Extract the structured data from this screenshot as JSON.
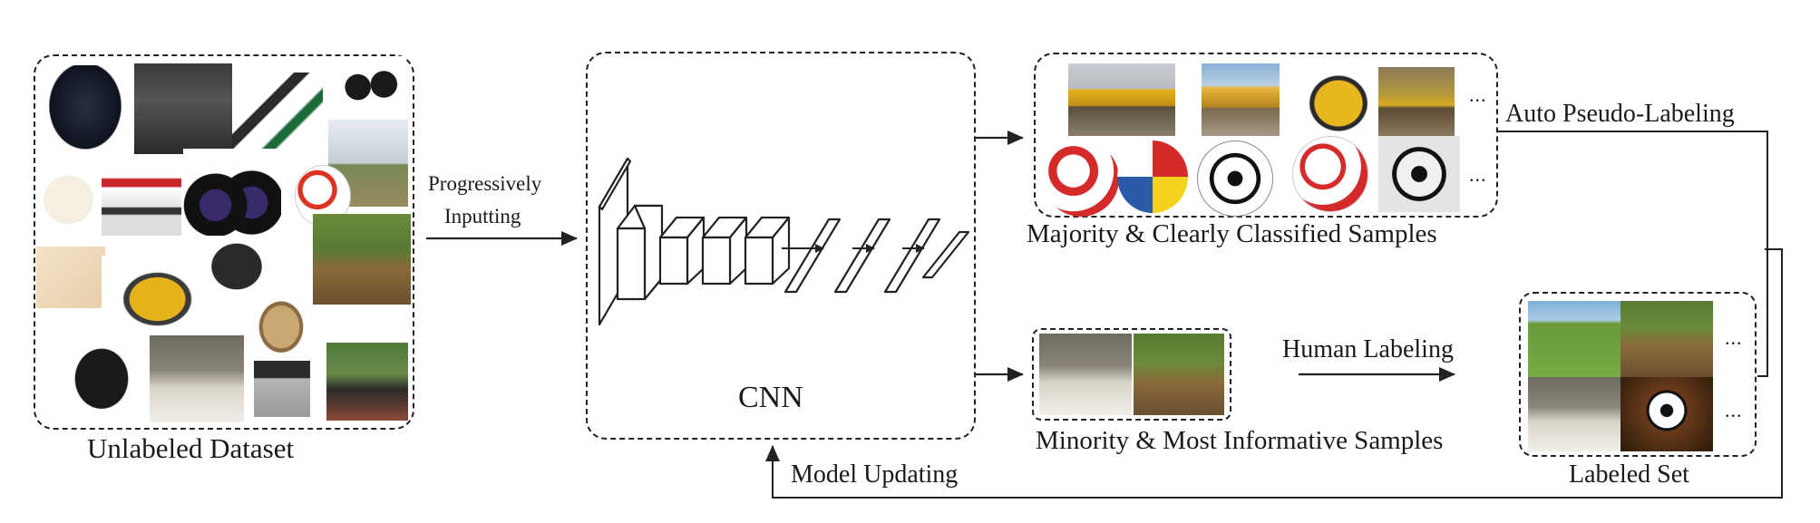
{
  "labels": {
    "unlabeled_dataset": "Unlabeled Dataset",
    "progressively": "Progressively",
    "inputting": "Inputting",
    "cnn": "CNN",
    "majority": "Majority & Clearly Classified Samples",
    "minority": "Minority & Most Informative Samples",
    "auto_pseudo": "Auto Pseudo-Labeling",
    "human_labeling": "Human Labeling",
    "labeled_set": "Labeled Set",
    "model_updating": "Model Updating",
    "ellipsis": "..."
  },
  "thumbnails": {
    "unlabeled": [
      "backpack",
      "badminton-rackets",
      "tennis-racket",
      "binoculars",
      "mug",
      "simmons-sign",
      "binoculars-large",
      "soccer-ball",
      "hiker",
      "bulldozer",
      "camera-bag",
      "excavator-field",
      "tennis-racket-ball",
      "bulldozer-yellow",
      "tape-measure",
      "backpack-small",
      "dog-ball",
      "calculator",
      "girl-backpack"
    ],
    "majority_row1": [
      "bulldozer",
      "bulldozer",
      "bulldozer",
      "bulldozer"
    ],
    "majority_row2": [
      "soccer-ball-red",
      "soccer-ball-flags",
      "soccer-ball-black",
      "soccer-ball-red",
      "soccer-ball-black"
    ],
    "minority": [
      "dog-ball",
      "child-excavator"
    ],
    "labeled": [
      "bulldozer-field",
      "child-excavator",
      "dog-ball",
      "soccer-ball-black"
    ]
  }
}
